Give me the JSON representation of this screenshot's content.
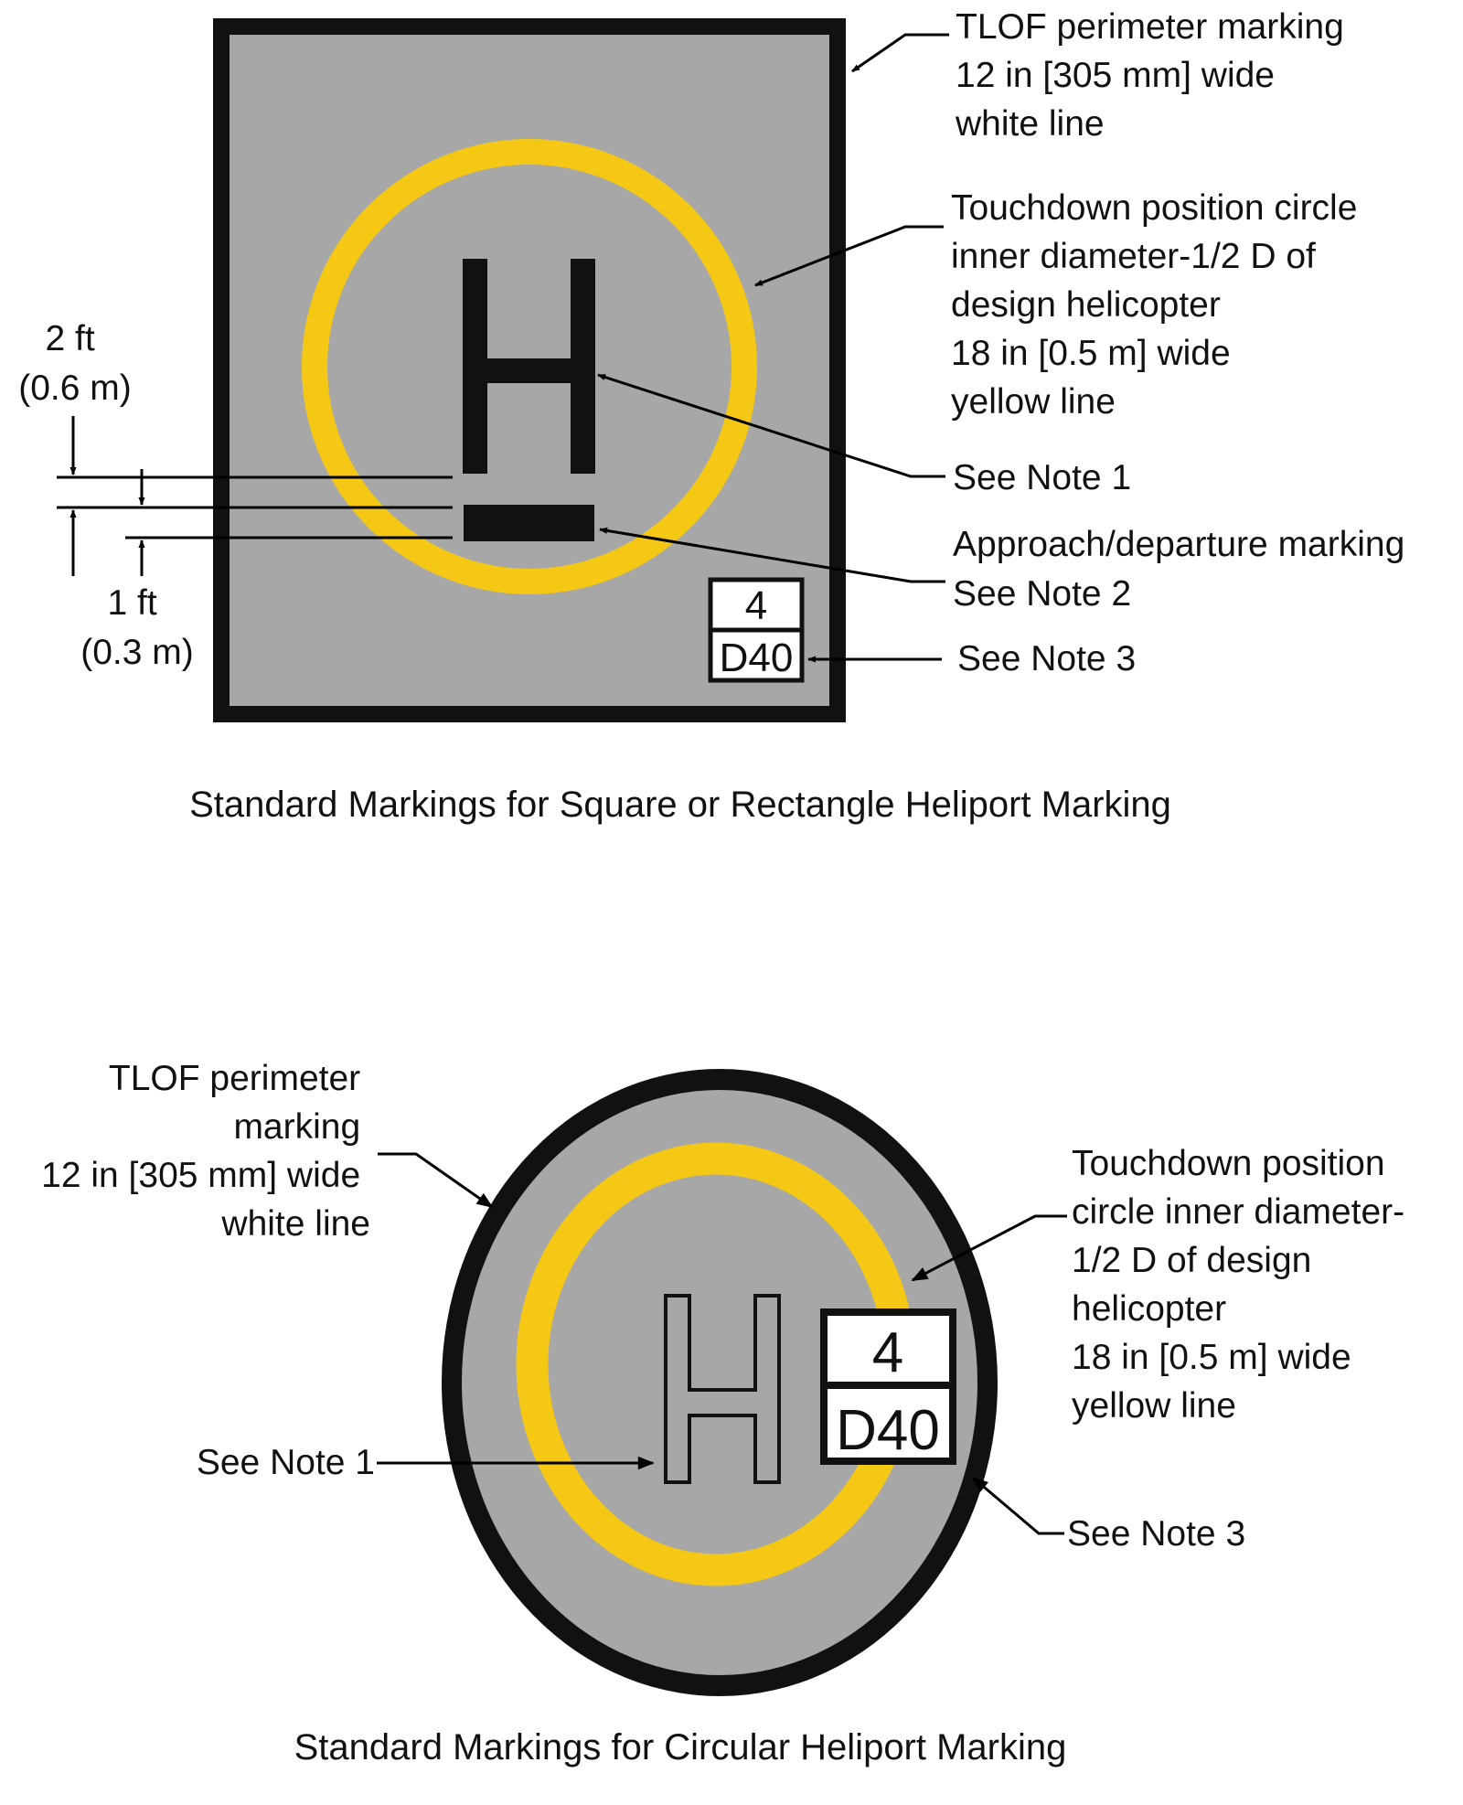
{
  "colors": {
    "pad_gray": "#a7a7a7",
    "perimeter": "#111111",
    "touchdown_yellow": "#f5c816",
    "h_black": "#111111",
    "text": "#111111",
    "sign_bg": "#ffffff"
  },
  "square_diagram": {
    "caption": "Standard Markings for Square or Rectangle Heliport Marking",
    "h_letter": "H",
    "perimeter_label": [
      "TLOF perimeter marking",
      "12 in [305 mm] wide",
      "white line"
    ],
    "touchdown_label": [
      "Touchdown position circle",
      "inner diameter-1/2 D of",
      "design helicopter",
      "18 in [0.5 m] wide",
      "yellow line"
    ],
    "note1_label": "See Note 1",
    "approach_label": [
      "Approach/departure marking",
      "See Note 2"
    ],
    "note3_label": "See Note 3",
    "sign": {
      "weight": "4",
      "diameter": "D40"
    },
    "dim_upper": [
      "2 ft",
      "(0.6 m)"
    ],
    "dim_lower": [
      "1 ft",
      "(0.3 m)"
    ]
  },
  "circular_diagram": {
    "caption": "Standard Markings for Circular Heliport Marking",
    "h_letter": "H",
    "perimeter_label": [
      "TLOF perimeter",
      "marking",
      "12 in [305 mm] wide",
      "white line"
    ],
    "touchdown_label": [
      "Touchdown position",
      "circle inner diameter-",
      "1/2 D of design",
      "helicopter",
      "18 in [0.5 m] wide",
      "yellow line"
    ],
    "note1_label": "See Note 1",
    "note3_label": "See Note 3",
    "sign": {
      "weight": "4",
      "diameter": "D40"
    }
  }
}
